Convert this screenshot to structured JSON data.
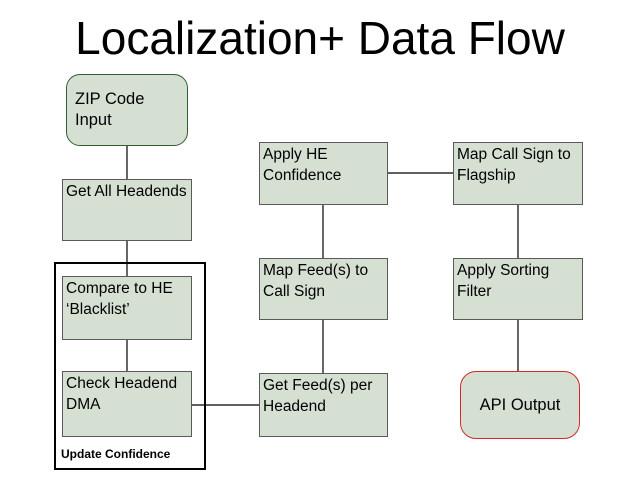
{
  "title": "Localization+ Data Flow",
  "nodes": {
    "zip_input": "ZIP Code Input",
    "get_all_headends": "Get All Headends",
    "compare_blacklist": "Compare to HE ‘Blacklist’",
    "check_dma": "Check Headend DMA",
    "get_feeds": "Get Feed(s) per Headend",
    "map_feed_callsign": "Map Feed(s) to Call Sign",
    "apply_he_confidence": "Apply HE Confidence",
    "map_callsign_flagship": "Map Call Sign to Flagship",
    "apply_sorting_filter": "Apply Sorting Filter",
    "api_output": "API Output"
  },
  "group": {
    "label": "Update Confidence"
  },
  "colors": {
    "node_fill": "#d5e0d3",
    "start_border": "#2f5f2f",
    "end_border": "#d62626"
  }
}
